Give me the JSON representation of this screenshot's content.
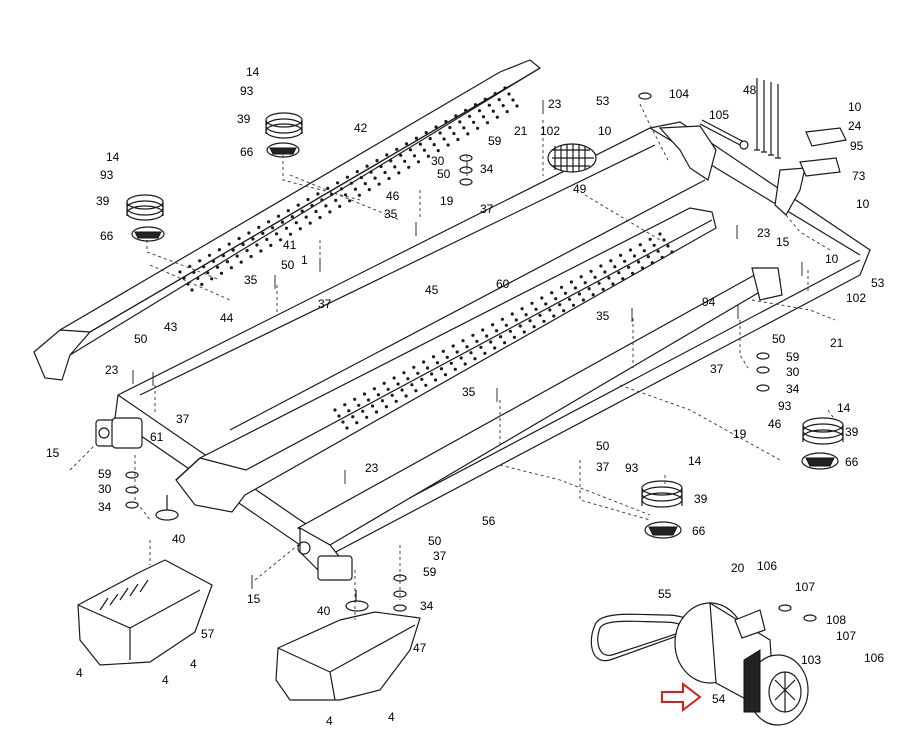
{
  "callouts": [
    {
      "id": "14a",
      "text": "14"
    },
    {
      "id": "93a",
      "text": "93"
    },
    {
      "id": "39a",
      "text": "39"
    },
    {
      "id": "66a",
      "text": "66"
    },
    {
      "id": "42",
      "text": "42"
    },
    {
      "id": "14b",
      "text": "14"
    },
    {
      "id": "93b",
      "text": "93"
    },
    {
      "id": "39b",
      "text": "39"
    },
    {
      "id": "66b",
      "text": "66"
    },
    {
      "id": "23a",
      "text": "23"
    },
    {
      "id": "53a",
      "text": "53"
    },
    {
      "id": "104",
      "text": "104"
    },
    {
      "id": "48",
      "text": "48"
    },
    {
      "id": "10a",
      "text": "10"
    },
    {
      "id": "24",
      "text": "24"
    },
    {
      "id": "95",
      "text": "95"
    },
    {
      "id": "105",
      "text": "105"
    },
    {
      "id": "21a",
      "text": "21"
    },
    {
      "id": "102a",
      "text": "102"
    },
    {
      "id": "10b",
      "text": "10"
    },
    {
      "id": "59a",
      "text": "59"
    },
    {
      "id": "30a",
      "text": "30"
    },
    {
      "id": "34a",
      "text": "34"
    },
    {
      "id": "50a",
      "text": "50"
    },
    {
      "id": "46a",
      "text": "46"
    },
    {
      "id": "19a",
      "text": "19"
    },
    {
      "id": "49",
      "text": "49"
    },
    {
      "id": "37a",
      "text": "37"
    },
    {
      "id": "35a",
      "text": "35"
    },
    {
      "id": "73",
      "text": "73"
    },
    {
      "id": "10c",
      "text": "10"
    },
    {
      "id": "41",
      "text": "41"
    },
    {
      "id": "1",
      "text": "1"
    },
    {
      "id": "50b",
      "text": "50"
    },
    {
      "id": "35b",
      "text": "35"
    },
    {
      "id": "37b",
      "text": "37"
    },
    {
      "id": "23b",
      "text": "23"
    },
    {
      "id": "15a",
      "text": "15"
    },
    {
      "id": "10d",
      "text": "10"
    },
    {
      "id": "53b",
      "text": "53"
    },
    {
      "id": "102b",
      "text": "102"
    },
    {
      "id": "45",
      "text": "45"
    },
    {
      "id": "60",
      "text": "60"
    },
    {
      "id": "94",
      "text": "94"
    },
    {
      "id": "35c",
      "text": "35"
    },
    {
      "id": "21b",
      "text": "21"
    },
    {
      "id": "43",
      "text": "43"
    },
    {
      "id": "44",
      "text": "44"
    },
    {
      "id": "50c",
      "text": "50"
    },
    {
      "id": "23c",
      "text": "23"
    },
    {
      "id": "37c",
      "text": "37"
    },
    {
      "id": "50d",
      "text": "50"
    },
    {
      "id": "59b",
      "text": "59"
    },
    {
      "id": "37d",
      "text": "37"
    },
    {
      "id": "30b",
      "text": "30"
    },
    {
      "id": "34b",
      "text": "34"
    },
    {
      "id": "93c",
      "text": "93"
    },
    {
      "id": "14c",
      "text": "14"
    },
    {
      "id": "19b",
      "text": "19"
    },
    {
      "id": "46b",
      "text": "46"
    },
    {
      "id": "39c",
      "text": "39"
    },
    {
      "id": "66c",
      "text": "66"
    },
    {
      "id": "35d",
      "text": "35"
    },
    {
      "id": "61",
      "text": "61"
    },
    {
      "id": "15b",
      "text": "15"
    },
    {
      "id": "59c",
      "text": "59"
    },
    {
      "id": "30c",
      "text": "30"
    },
    {
      "id": "34c",
      "text": "34"
    },
    {
      "id": "40a",
      "text": "40"
    },
    {
      "id": "50e",
      "text": "50"
    },
    {
      "id": "37e",
      "text": "37"
    },
    {
      "id": "93d",
      "text": "93"
    },
    {
      "id": "14d",
      "text": "14"
    },
    {
      "id": "23d",
      "text": "23"
    },
    {
      "id": "39d",
      "text": "39"
    },
    {
      "id": "66d",
      "text": "66"
    },
    {
      "id": "56",
      "text": "56"
    },
    {
      "id": "50f",
      "text": "50"
    },
    {
      "id": "37f",
      "text": "37"
    },
    {
      "id": "59d",
      "text": "59"
    },
    {
      "id": "15c",
      "text": "15"
    },
    {
      "id": "40b",
      "text": "40"
    },
    {
      "id": "34d",
      "text": "34"
    },
    {
      "id": "57",
      "text": "57"
    },
    {
      "id": "47",
      "text": "47"
    },
    {
      "id": "4a",
      "text": "4"
    },
    {
      "id": "4b",
      "text": "4"
    },
    {
      "id": "4c",
      "text": "4"
    },
    {
      "id": "4d",
      "text": "4"
    },
    {
      "id": "4e",
      "text": "4"
    },
    {
      "id": "55",
      "text": "55"
    },
    {
      "id": "20",
      "text": "20"
    },
    {
      "id": "106a",
      "text": "106"
    },
    {
      "id": "107a",
      "text": "107"
    },
    {
      "id": "108",
      "text": "108"
    },
    {
      "id": "107b",
      "text": "107"
    },
    {
      "id": "103",
      "text": "103"
    },
    {
      "id": "106b",
      "text": "106"
    },
    {
      "id": "54",
      "text": "54"
    }
  ],
  "highlight": {
    "part": "54",
    "color": "#e11b1b"
  }
}
